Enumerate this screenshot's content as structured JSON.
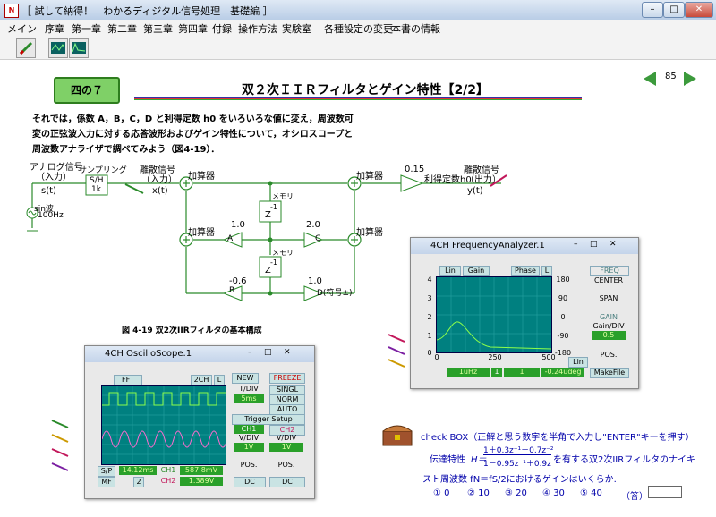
{
  "window": {
    "title": "［ 試して納得！　わかるディジタル信号処理　基礎編 ］",
    "icon": "app-icon"
  },
  "menu": [
    "メイン",
    "序章",
    "第一章",
    "第二章",
    "第三章",
    "第四章",
    "付録",
    "操作方法",
    "実験室",
    "各種設定の変更",
    "本書の情報"
  ],
  "toolbar": {
    "icons": [
      "pen-icon",
      "scope-icon",
      "analyzer-icon"
    ]
  },
  "page": {
    "chapter": "四の７",
    "heading": "双２次ＩＩＲフィルタとゲイン特性【2/2】",
    "number": "85"
  },
  "intro": [
    "それでは，係数 A，B，C，D と利得定数 h0 をいろいろな値に変え，周波数可",
    "変の正弦波入力に対する応答波形およびゲイン特性について，オシロスコープと",
    "周波数アナライザで調べてみよう（図4-19）．"
  ],
  "diagram": {
    "analog_in": "アナログ信号",
    "analog_in_sub": "（入力）",
    "sampling": "サンプリング",
    "discrete_in": "離散信号",
    "discrete_in_sub": "（入力）",
    "discrete_out": "離散信号",
    "discrete_out_sub": "（出力）",
    "st": "s(t)",
    "xt": "x(t)",
    "yt": "y(t)",
    "sh": "S/H",
    "sh_rate": "1k",
    "source": "sin波",
    "source_freq": "100Hz",
    "adder": "加算器",
    "memory": "メモリ",
    "z": "Z",
    "zexp": "-1",
    "gain_h0": "0.15",
    "gain_label": "利得定数h0",
    "A": "A",
    "A_val": "1.0",
    "B": "B",
    "B_val": "-0.6",
    "C": "C",
    "C_val": "2.0",
    "D": "D(符号±)",
    "D_val": "1.0",
    "caption": "図 4-19  双2次IIRフィルタの基本構成"
  },
  "scope": {
    "title": "4CH OscilloScope.1",
    "fft": "FFT",
    "ch": "2CH",
    "l": "L",
    "new": "NEW",
    "freeze": "FREEZE",
    "tdiv": "T/DIV",
    "tdiv_val": "5ms",
    "singl": "SINGL",
    "norm": "NORM",
    "auto": "AUTO",
    "trigger": "Trigger Setup",
    "ch1": "CH1",
    "ch2": "CH2",
    "vdiv": "V/DIV",
    "v1": "1V",
    "v2": "1V",
    "pos": "POS.",
    "dc": "DC",
    "sp": "S/P",
    "mf": "MF",
    "time_read": "14.12ms",
    "ch1_lbl": "CH1",
    "ch1_read": "587.8mV",
    "ch2_lbl": "CH2",
    "ch2_read": "1.389V",
    "page_read": "2"
  },
  "analyzer": {
    "title": "4CH FrequencyAnalyzer.1",
    "lin": "Lin",
    "gain": "Gain",
    "phase": "Phase",
    "l": "L",
    "yl": [
      "4",
      "3",
      "2",
      "1",
      "0"
    ],
    "yr": [
      "180",
      "90",
      "0",
      "-90",
      "-180"
    ],
    "x": [
      "0",
      "250",
      "500"
    ],
    "freq": "FREQ",
    "center": "CENTER",
    "span": "SPAN",
    "gainbox": "GAIN",
    "gaindiv": "Gain/DIV",
    "gaindiv_val": "0.5",
    "pos": "POS.",
    "lin2": "Lin",
    "makefile": "MakeFile",
    "hz": "1uHz",
    "ch": "1",
    "val": "1",
    "deg": "-0.24udeg"
  },
  "check": {
    "title": "check BOX（正解と思う数字を半角で入力し\"ENTER\"キーを押す）",
    "q1a": "伝達特性",
    "h_eq": "H＝",
    "num": "1＋0.3z⁻¹－0.7z⁻²",
    "den": "1－0.95z⁻¹＋0.9z⁻²",
    "q1b": "を有する双2次IIRフィルタのナイキ",
    "q2": "スト周波数 fN＝fS/2におけるゲインはいくらか.",
    "choices": [
      "① 0",
      "② 10",
      "③ 20",
      "④ 30",
      "⑤ 40"
    ],
    "answer": "（答）"
  }
}
